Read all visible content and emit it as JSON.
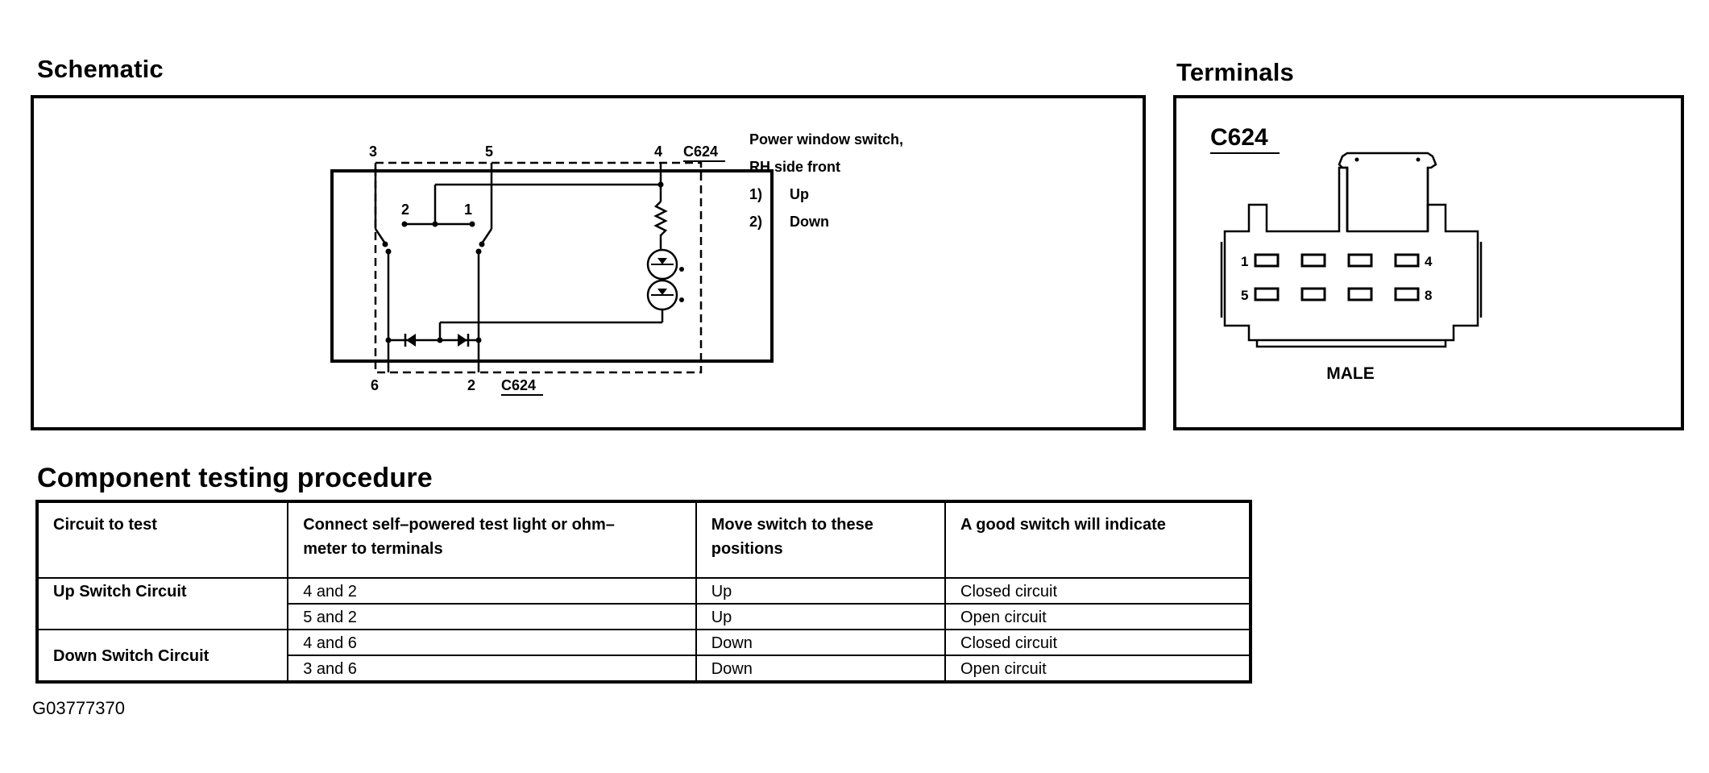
{
  "schematic": {
    "title": "Schematic",
    "terminal_labels": {
      "t3": "3",
      "t5": "5",
      "t4": "4",
      "t6": "6",
      "t2_bottom": "2",
      "sw2": "2",
      "sw1": "1"
    },
    "connector_top": "C624",
    "connector_bottom": "C624",
    "legend": {
      "line1": "Power window switch,",
      "line2": "RH side front",
      "items": [
        {
          "num": "1)",
          "label": "Up"
        },
        {
          "num": "2)",
          "label": "Down"
        }
      ]
    }
  },
  "terminals": {
    "title": "Terminals",
    "connector": "C624",
    "pin_labels": {
      "top_left": "1",
      "top_right": "4",
      "bottom_left": "5",
      "bottom_right": "8"
    },
    "gender": "MALE"
  },
  "procedure": {
    "title": "Component testing procedure",
    "headers": [
      {
        "line1": "Circuit to test",
        "line2": ""
      },
      {
        "line1": "Connect self–powered test light or ohm–",
        "line2": "meter to terminals"
      },
      {
        "line1": "Move switch to these",
        "line2": "positions"
      },
      {
        "line1": "A good switch will indicate",
        "line2": ""
      }
    ],
    "groups": [
      {
        "circuit": "Up Switch Circuit",
        "rows": [
          {
            "terminals": "4 and 2",
            "position": "Up",
            "result": "Closed circuit"
          },
          {
            "terminals": "5 and 2",
            "position": "Up",
            "result": "Open circuit"
          }
        ]
      },
      {
        "circuit": "Down Switch Circuit",
        "rows": [
          {
            "terminals": "4 and 6",
            "position": "Down",
            "result": "Closed circuit"
          },
          {
            "terminals": "3 and 6",
            "position": "Down",
            "result": "Open circuit"
          }
        ]
      }
    ]
  },
  "figure_id": "G03777370"
}
